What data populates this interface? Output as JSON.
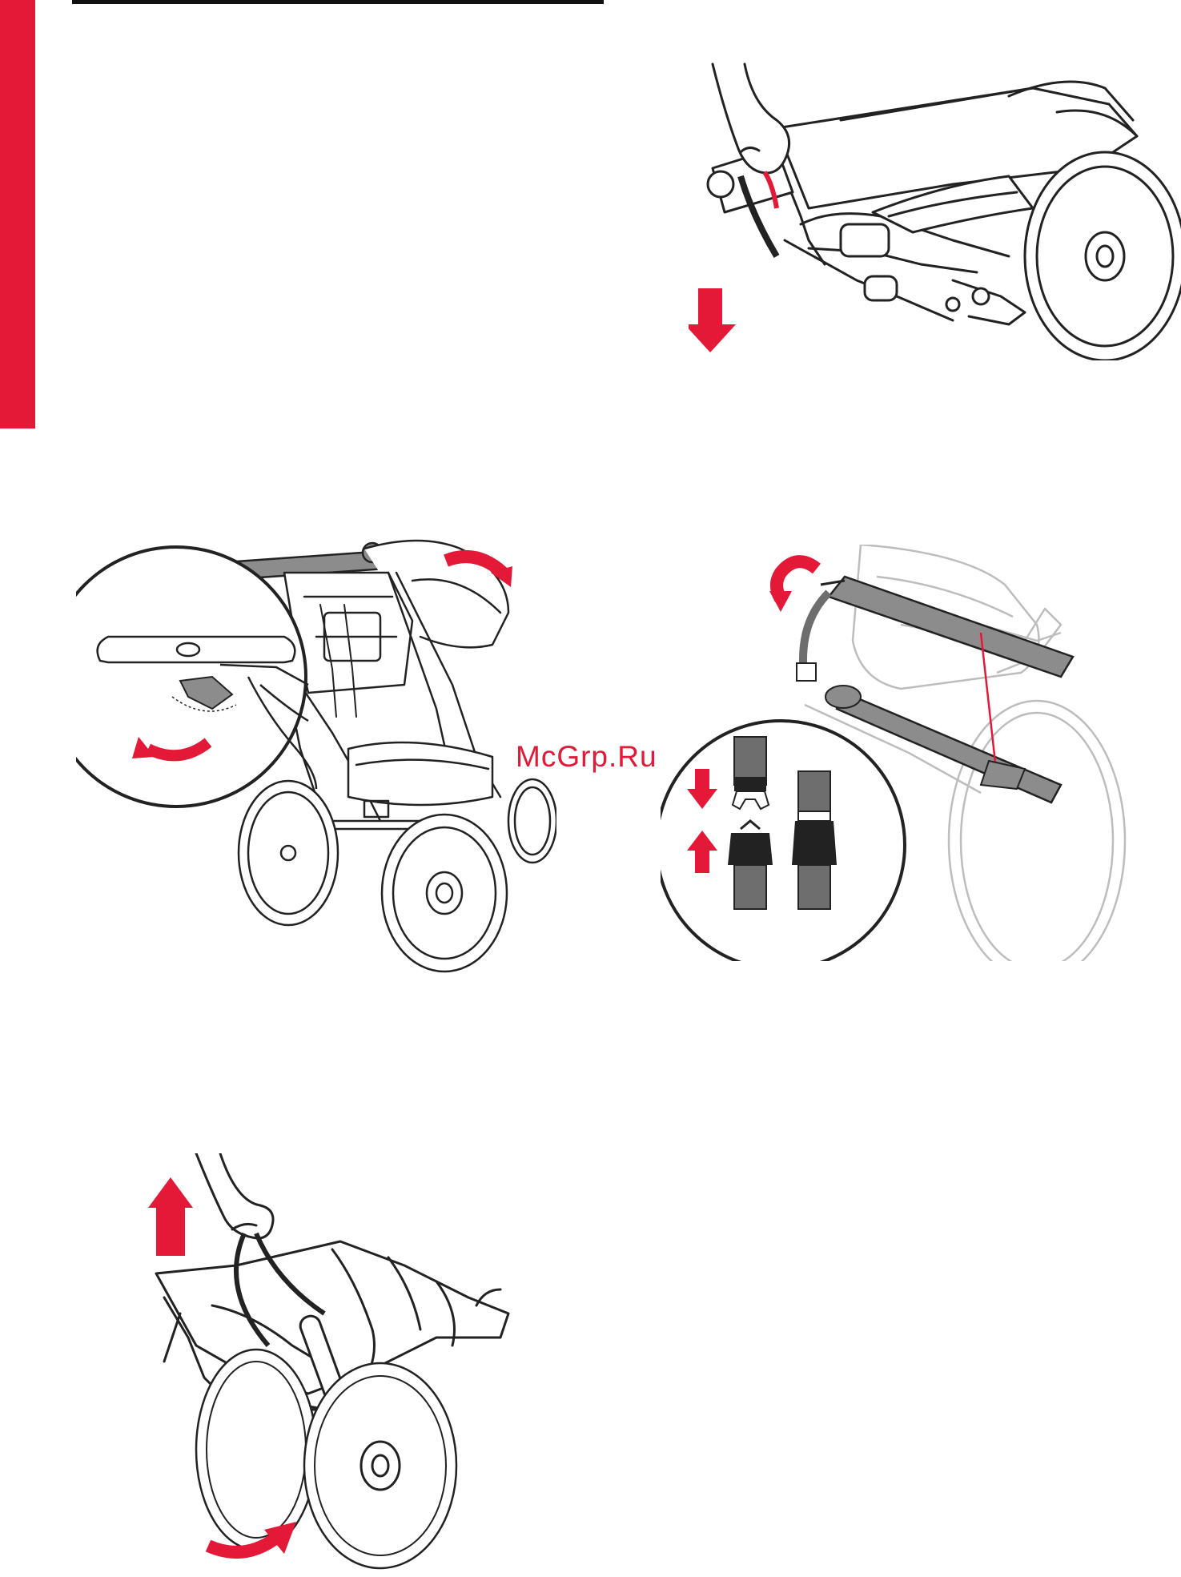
{
  "watermark": "McGrp.Ru",
  "colors": {
    "accent": "#e31937",
    "rule": "#111111",
    "line": "#222222",
    "ghost": "#bdbdbd",
    "bar": "#8c8c8c",
    "buckle": "#6e6e6e"
  },
  "illustrations": [
    {
      "id": "pull-strap",
      "icons": [
        "hand-pull",
        "arrow-down"
      ]
    },
    {
      "id": "fold-handle-release",
      "icons": [
        "arrow-rotate-right",
        "magnify-inset",
        "arrow-rotate-left"
      ]
    },
    {
      "id": "buckle-straps",
      "icons": [
        "arrow-rotate-left",
        "buckle-inset",
        "arrow-down",
        "arrow-up"
      ]
    },
    {
      "id": "lift-fold",
      "icons": [
        "hand-lift",
        "arrow-up",
        "arrow-curve-right"
      ]
    }
  ]
}
